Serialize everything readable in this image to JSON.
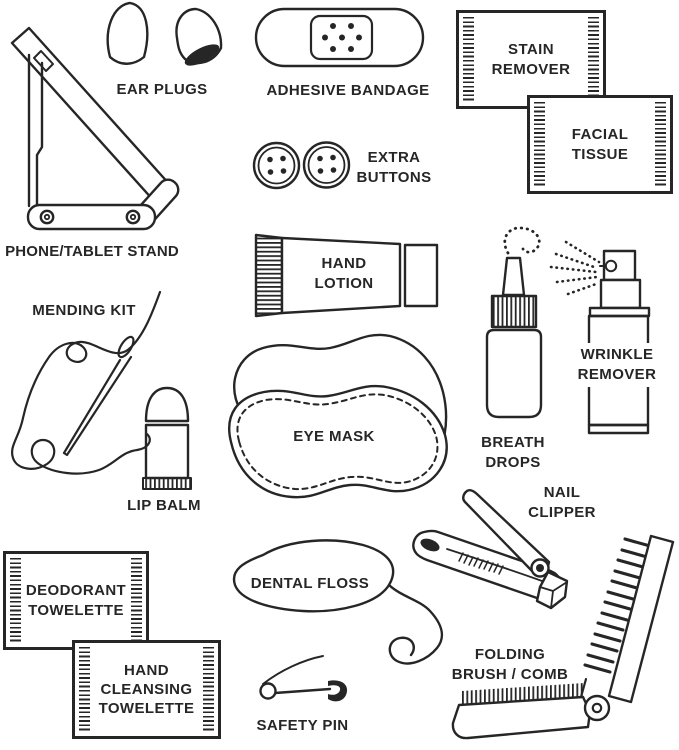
{
  "palette": {
    "background": "#ffffff",
    "ink": "#262626"
  },
  "items": {
    "phone_tablet_stand": {
      "label": "PHONE/TABLET STAND",
      "icon": "phone-tablet-stand-illustration"
    },
    "ear_plugs": {
      "label": "EAR PLUGS",
      "icon": "ear-plugs-illustration"
    },
    "adhesive_bandage": {
      "label": "ADHESIVE BANDAGE",
      "icon": "adhesive-bandage-illustration"
    },
    "stain_remover": {
      "label": "STAIN\nREMOVER",
      "icon": "stain-remover-packet"
    },
    "facial_tissue": {
      "label": "FACIAL\nTISSUE",
      "icon": "facial-tissue-packet"
    },
    "extra_buttons": {
      "label": "EXTRA\nBUTTONS",
      "icon": "extra-buttons-illustration"
    },
    "hand_lotion": {
      "label": "HAND\nLOTION",
      "icon": "hand-lotion-illustration"
    },
    "breath_drops": {
      "label": "BREATH\nDROPS",
      "icon": "breath-drops-illustration"
    },
    "wrinkle_remover": {
      "label": "WRINKLE\nREMOVER",
      "icon": "wrinkle-remover-illustration"
    },
    "mending_kit": {
      "label": "MENDING KIT",
      "icon": "mending-kit-illustration"
    },
    "lip_balm": {
      "label": "LIP BALM",
      "icon": "lip-balm-illustration"
    },
    "eye_mask": {
      "label": "EYE MASK",
      "icon": "eye-mask-illustration"
    },
    "nail_clipper": {
      "label": "NAIL\nCLIPPER",
      "icon": "nail-clipper-illustration"
    },
    "deodorant_towelette": {
      "label": "DEODORANT\nTOWELETTE",
      "icon": "deodorant-towelette-packet"
    },
    "hand_cleansing_towelette": {
      "label": "HAND\nCLEANSING\nTOWELETTE",
      "icon": "hand-cleansing-towelette-packet"
    },
    "dental_floss": {
      "label": "DENTAL FLOSS",
      "icon": "dental-floss-illustration"
    },
    "safety_pin": {
      "label": "SAFETY PIN",
      "icon": "safety-pin-illustration"
    },
    "folding_brush_comb": {
      "label": "FOLDING\nBRUSH / COMB",
      "icon": "folding-brush-comb-illustration"
    }
  }
}
